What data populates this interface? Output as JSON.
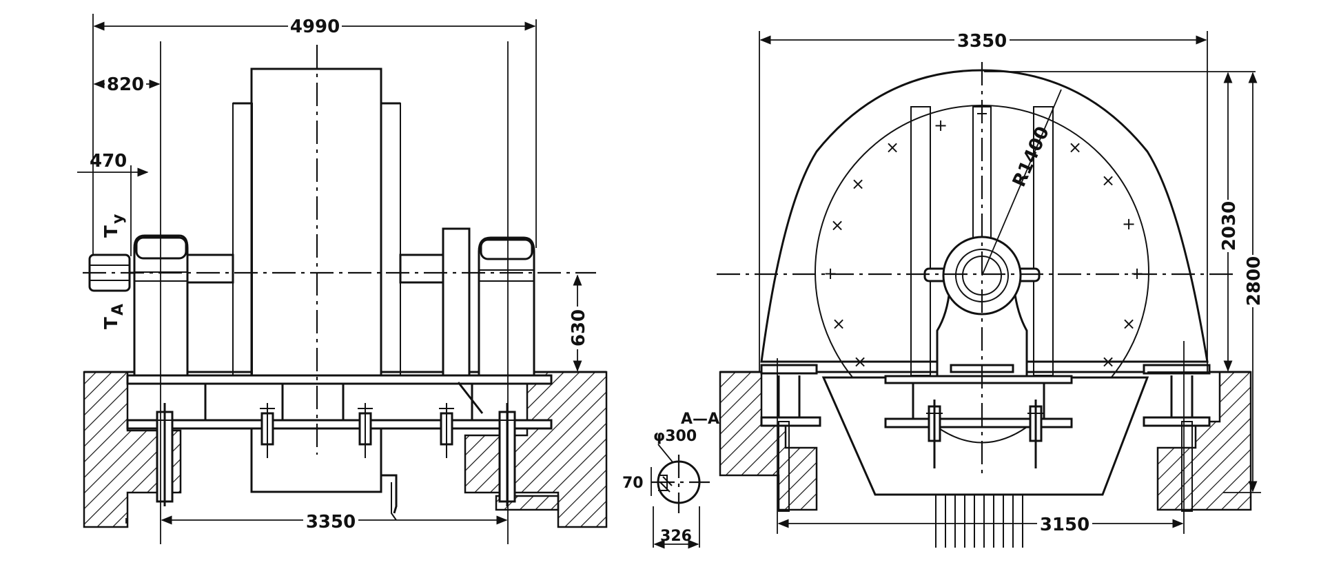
{
  "front_view": {
    "dim_overall": "4990",
    "dim_offset": "820",
    "dim_shaft": "470",
    "dim_height": "630",
    "dim_bearing_span": "3350",
    "torque_top": "T",
    "torque_top_sub": "y",
    "torque_bottom": "T",
    "torque_bottom_sub": "A"
  },
  "section_view": {
    "title": "A—A",
    "diameter": "φ300",
    "dim_keyway": "70",
    "dim_width": "326"
  },
  "side_view": {
    "dim_width": "3350",
    "radius": "R1400",
    "dim_height_inner": "2030",
    "dim_height_outer": "2800",
    "dim_base": "3150"
  }
}
